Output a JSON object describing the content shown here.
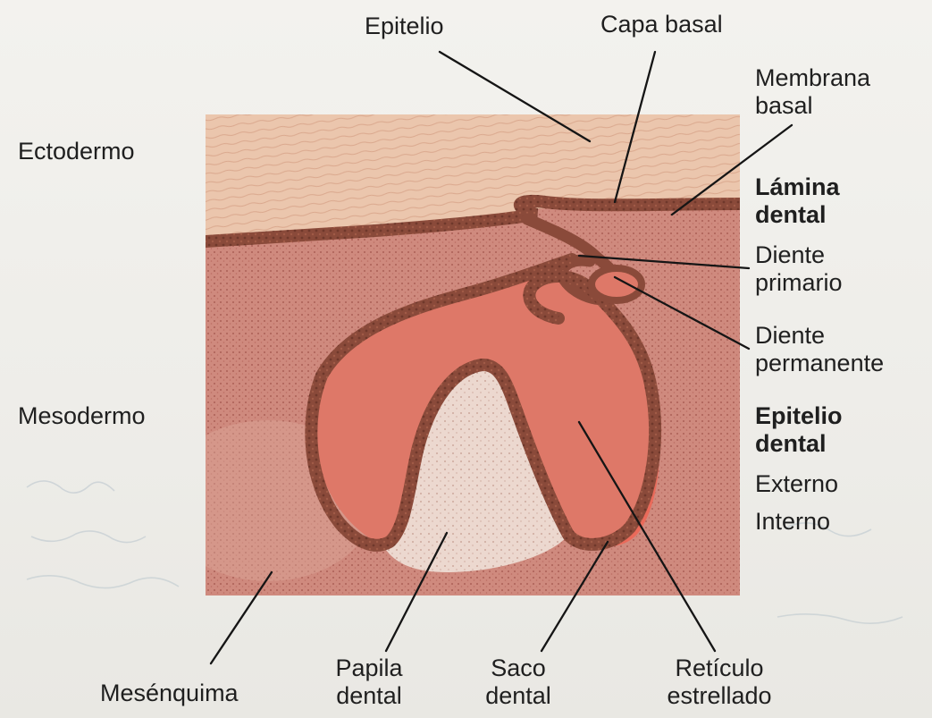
{
  "labels": {
    "epitelio": "Epitelio",
    "capa_basal": "Capa basal",
    "membrana_basal_1": "Membrana",
    "membrana_basal_2": "basal",
    "ectodermo": "Ectodermo",
    "lamina_dental_1": "Lámina",
    "lamina_dental_2": "dental",
    "diente_primario_1": "Diente",
    "diente_primario_2": "primario",
    "diente_permanente_1": "Diente",
    "diente_permanente_2": "permanente",
    "mesodermo": "Mesodermo",
    "epitelio_dental_1": "Epitelio",
    "epitelio_dental_2": "dental",
    "externo": "Externo",
    "interno": "Interno",
    "mesenquima": "Mesénquima",
    "papila_dental_1": "Papila",
    "papila_dental_2": "dental",
    "saco_dental_1": "Saco",
    "saco_dental_2": "dental",
    "reticulo_1": "Retículo",
    "reticulo_2": "estrellado"
  },
  "colors": {
    "ectoderm_tissue": "#ebc6ad",
    "mesoderm_tissue": "#cf8a7e",
    "enamel_organ": "#de7868",
    "epithelium_band": "#8a4a3a",
    "papilla": "#ecd8cf",
    "dental_sac": "#ea6a5a"
  }
}
